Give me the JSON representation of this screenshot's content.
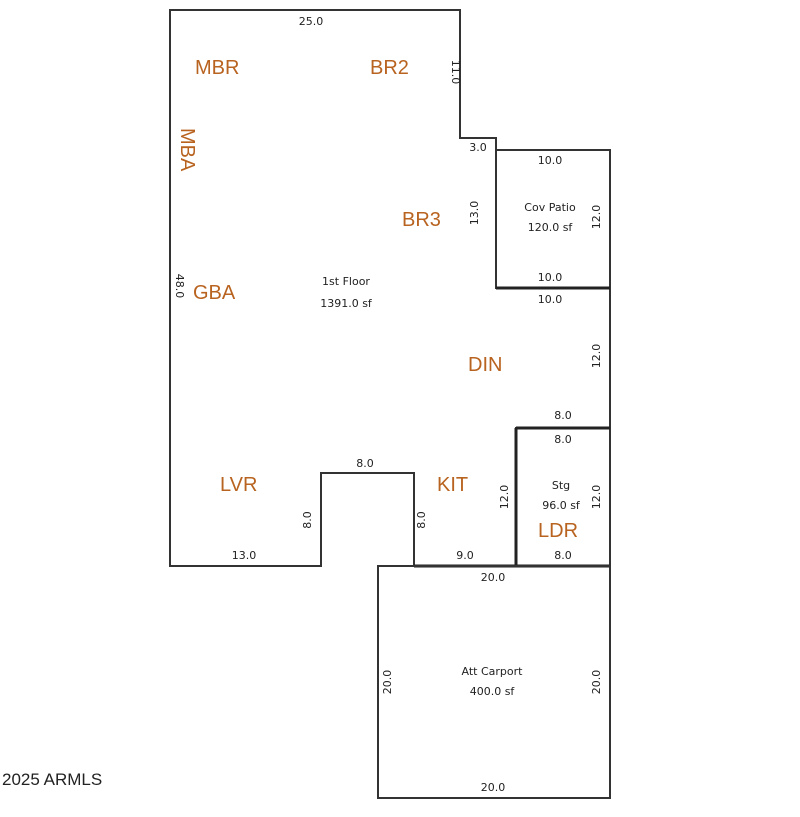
{
  "colors": {
    "room_label": "#b8631f",
    "wall": "#333333",
    "text": "#222222"
  },
  "rooms": {
    "mbr": "MBR",
    "br2": "BR2",
    "mba": "MBA",
    "br3": "BR3",
    "gba": "GBA",
    "din": "DIN",
    "lvr": "LVR",
    "kit": "KIT",
    "ldr": "LDR"
  },
  "areas": {
    "first_floor": {
      "name": "1st Floor",
      "size": "1391.0 sf"
    },
    "cov_patio": {
      "name": "Cov Patio",
      "size": "120.0 sf"
    },
    "storage": {
      "name": "Stg",
      "size": "96.0 sf"
    },
    "carport": {
      "name": "Att Carport",
      "size": "400.0 sf"
    }
  },
  "dimensions": {
    "top": "25.0",
    "br2_side": "11.0",
    "step": "3.0",
    "patio_top": "10.0",
    "patio_left": "13.0",
    "patio_right": "12.0",
    "patio_bottom": "10.0",
    "din_top": "10.0",
    "left_side": "48.0",
    "din_right": "12.0",
    "stg_top_outer": "8.0",
    "stg_top_inner": "8.0",
    "notch_top": "8.0",
    "notch_left": "8.0",
    "notch_right": "8.0",
    "stg_left": "12.0",
    "stg_right": "12.0",
    "bottom_left": "13.0",
    "bottom_mid": "9.0",
    "stg_bottom": "8.0",
    "carport_top": "20.0",
    "carport_left": "20.0",
    "carport_right": "20.0",
    "carport_bottom": "20.0"
  },
  "copyright": "2025 ARMLS"
}
